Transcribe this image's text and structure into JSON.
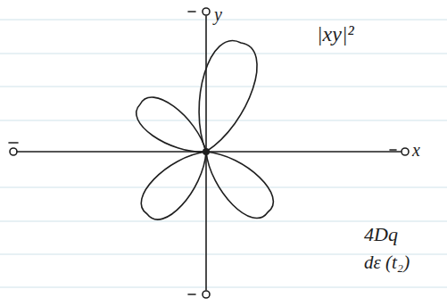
{
  "diagram": {
    "labels": [
      "y",
      "x",
      "|xy|²",
      "4Dq",
      "dε (t₂)"
    ]
  }
}
